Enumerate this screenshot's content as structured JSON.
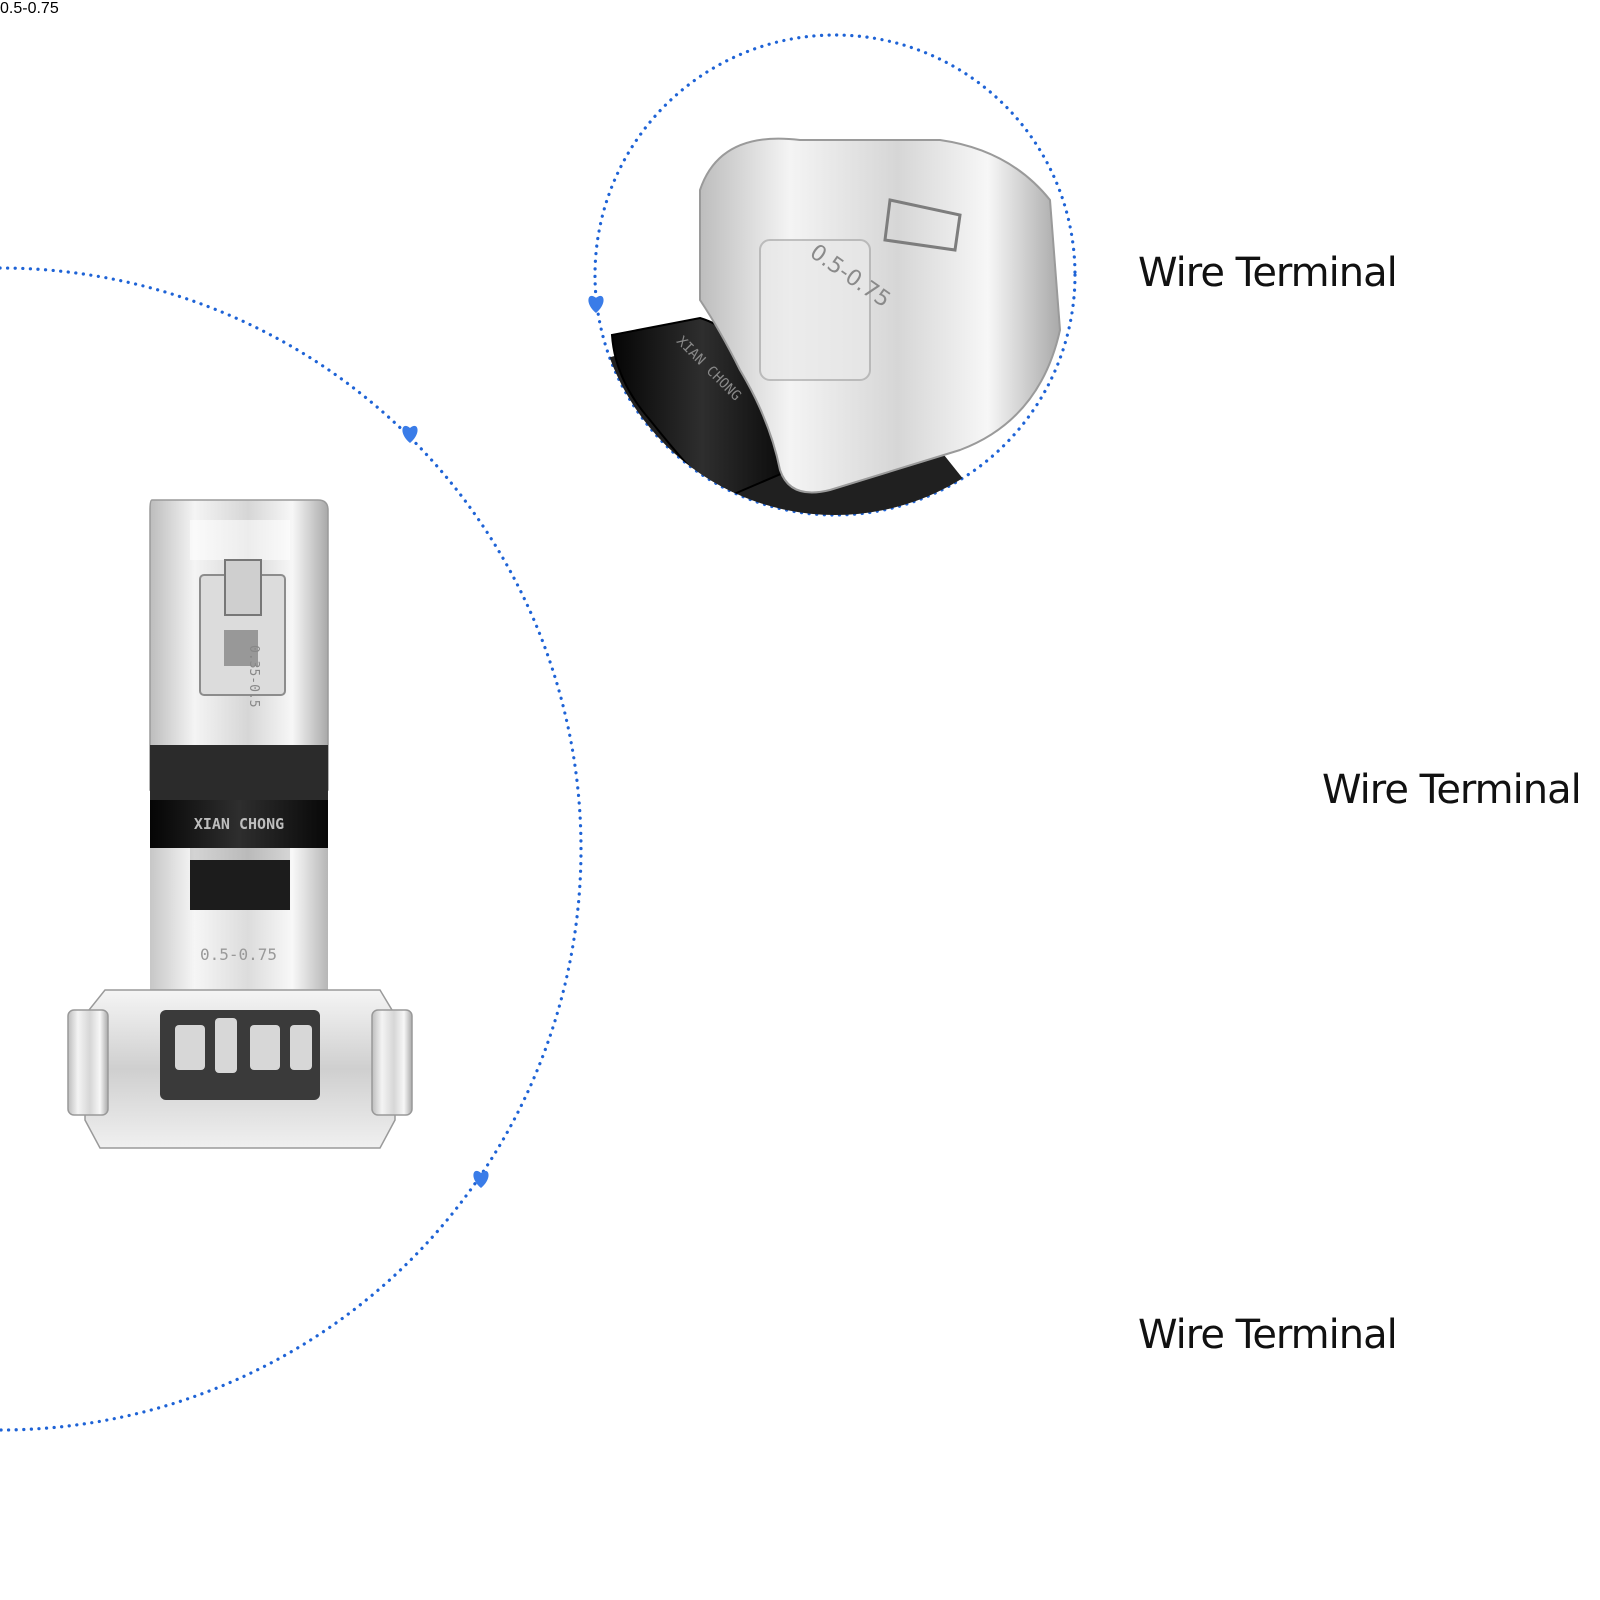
{
  "colors": {
    "accent_dots": "#1e63d6",
    "heart": "#3a7ce8",
    "clear_plastic": "#e6e6e6",
    "dark_plastic": "#141414",
    "background": "#ffffff"
  },
  "main_product": {
    "band_text": "XIAN CHONG"
  },
  "detail_callouts": [
    {
      "label": "Wire Terminal",
      "detail_text": "0.5-0.75"
    },
    {
      "label": "Wire Terminal",
      "detail_text": ""
    },
    {
      "label": "Wire Terminal",
      "detail_text": ""
    }
  ],
  "decorations": {
    "marker_icon": "heart-icon",
    "outline_style": "dotted"
  }
}
